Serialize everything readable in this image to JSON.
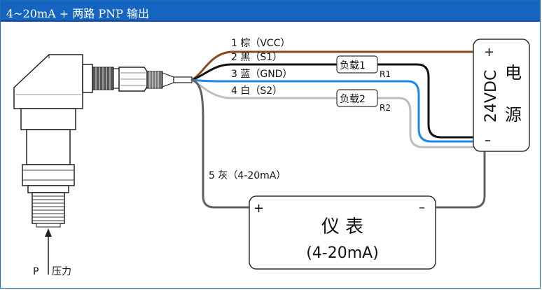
{
  "title": "4~20mA + 两路 PNP 输出",
  "colors": {
    "title_bg": "#1565c0",
    "wire_brown": "#8a4a1c",
    "wire_black": "#111111",
    "wire_blue": "#1e88e5",
    "wire_white": "#bdbdbd",
    "wire_grey": "#616161"
  },
  "wires": [
    {
      "label": "1 棕（VCC）"
    },
    {
      "label": "2 黑（S1）"
    },
    {
      "label": "3 蓝（GND）"
    },
    {
      "label": "4 白（S2）"
    },
    {
      "label": "5 灰（4-20mA）"
    }
  ],
  "loads": [
    {
      "name": "负载1",
      "resistor": "R1"
    },
    {
      "name": "负载2",
      "resistor": "R2"
    }
  ],
  "power_supply": {
    "plus": "+",
    "minus": "–",
    "voltage": "24VDC",
    "name": "电源"
  },
  "meter": {
    "plus": "+",
    "minus": "–",
    "name": "仪 表",
    "range": "(4-20mA)"
  },
  "pressure": {
    "p": "P",
    "label": "压力"
  }
}
